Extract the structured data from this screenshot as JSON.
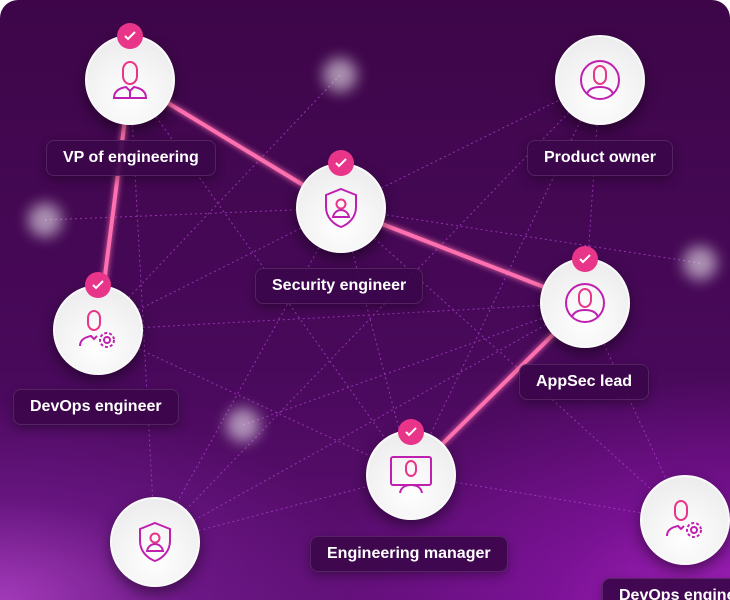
{
  "colors": {
    "accent": "#e8358a",
    "icon": "#c020b0",
    "background": "#3e0649"
  },
  "nodes": [
    {
      "id": "vp",
      "label": "VP of engineering",
      "icon": "user-tie-icon",
      "checked": true
    },
    {
      "id": "security",
      "label": "Security engineer",
      "icon": "shield-user-icon",
      "checked": true
    },
    {
      "id": "product",
      "label": "Product owner",
      "icon": "user-circle-icon",
      "checked": false
    },
    {
      "id": "appsec",
      "label": "AppSec lead",
      "icon": "user-circle-icon",
      "checked": true
    },
    {
      "id": "devops",
      "label": "DevOps engineer",
      "icon": "user-gear-icon",
      "checked": true
    },
    {
      "id": "engmgr",
      "label": "Engineering manager",
      "icon": "monitor-user-icon",
      "checked": true
    },
    {
      "id": "shield2",
      "icon": "shield-user-icon",
      "checked": false
    },
    {
      "id": "devops2",
      "label": "DevOps engineer",
      "icon": "user-gear-icon",
      "checked": false
    }
  ]
}
